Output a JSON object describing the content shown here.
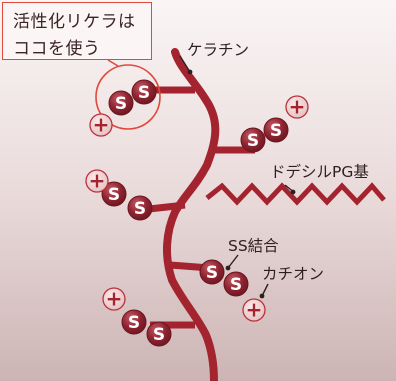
{
  "callout": {
    "line1": "活性化リケラは",
    "line2": "ココを使う"
  },
  "labels": {
    "keratin": "ケラチン",
    "dodecyl": "ドデシルPG基",
    "ss_bond": "SS結合",
    "cation": "カチオン"
  },
  "ss_letter": "S",
  "cation_symbol": "+",
  "colors": {
    "backbone": "#a3242f",
    "bead": "#8e2330",
    "bead_highlight": "#c45a64",
    "cation_fill": "#efd2d2",
    "cation_stroke": "#b8323c",
    "callout_border": "#e0493c",
    "background_top": "#f8f1f1",
    "background_bottom": "#cbb2b2"
  }
}
